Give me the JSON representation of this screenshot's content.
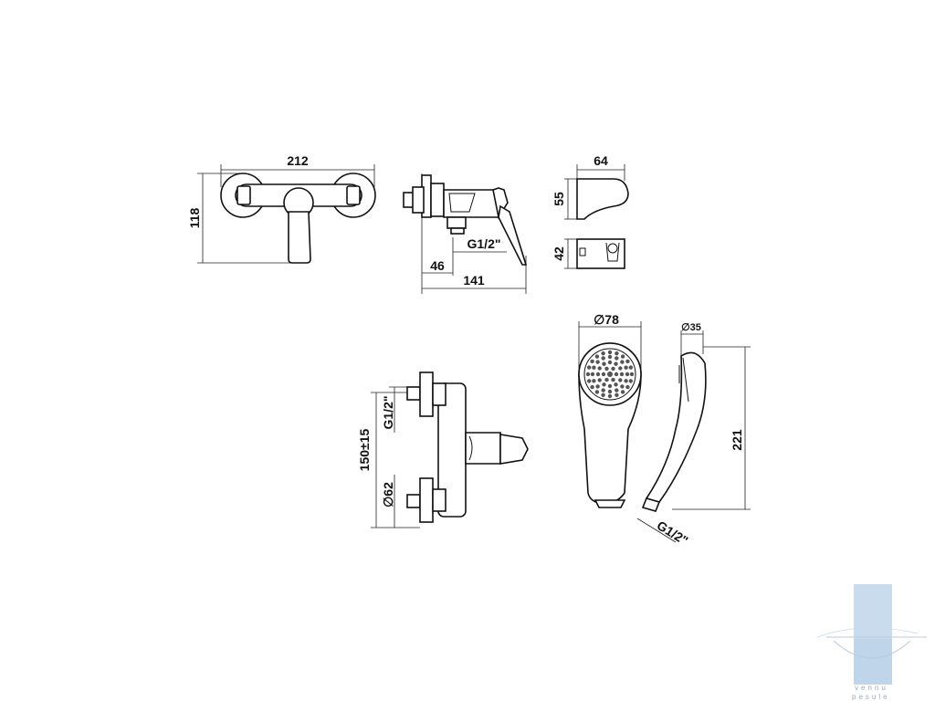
{
  "dimensions": {
    "front_width": "212",
    "front_height": "118",
    "side_offset": "46",
    "side_depth": "141",
    "side_thread": "G1/2\"",
    "holder_width": "64",
    "holder_height": "55",
    "holder_plan": "42",
    "rear_thread": "G1/2\"",
    "rear_spacing": "150±15",
    "rear_rosette": "∅62",
    "shower_head_dia": "∅78",
    "shower_neck_dia": "∅35",
    "shower_length": "221",
    "shower_thread": "G1/2\""
  },
  "watermark": {
    "line1": "vennu",
    "line2": "pesule",
    "colors": {
      "band": "#c9dcee",
      "band_dark": "#a9c4df"
    }
  }
}
